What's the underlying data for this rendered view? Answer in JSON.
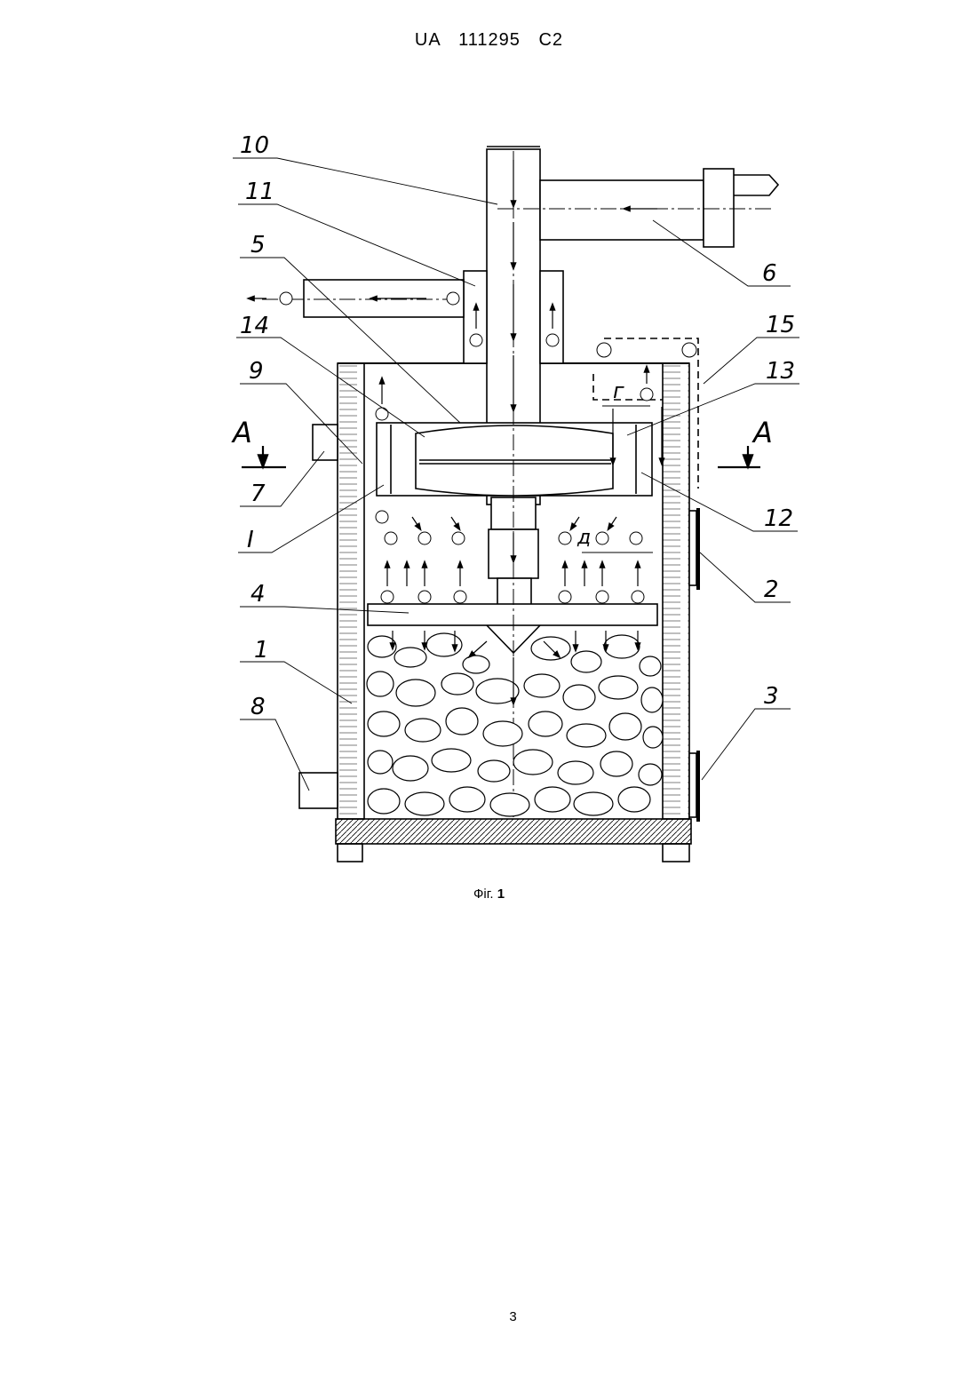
{
  "header": {
    "doc_id": "UA 111295 C2"
  },
  "figure": {
    "callouts": [
      {
        "id": "10",
        "label": "10"
      },
      {
        "id": "11",
        "label": "11"
      },
      {
        "id": "5",
        "label": "5"
      },
      {
        "id": "14",
        "label": "14"
      },
      {
        "id": "9",
        "label": "9"
      },
      {
        "id": "7",
        "label": "7"
      },
      {
        "id": "I",
        "label": "I"
      },
      {
        "id": "4",
        "label": "4"
      },
      {
        "id": "1",
        "label": "1"
      },
      {
        "id": "8",
        "label": "8"
      },
      {
        "id": "6",
        "label": "6"
      },
      {
        "id": "15",
        "label": "15"
      },
      {
        "id": "13",
        "label": "13"
      },
      {
        "id": "12",
        "label": "12"
      },
      {
        "id": "2",
        "label": "2"
      },
      {
        "id": "3",
        "label": "3"
      }
    ],
    "section_marks": [
      "A",
      "A"
    ],
    "dimension_labels": [
      "г",
      "д"
    ]
  },
  "caption": {
    "prefix": "Фіг.",
    "number": "1"
  },
  "footer": {
    "page_number": "3"
  }
}
